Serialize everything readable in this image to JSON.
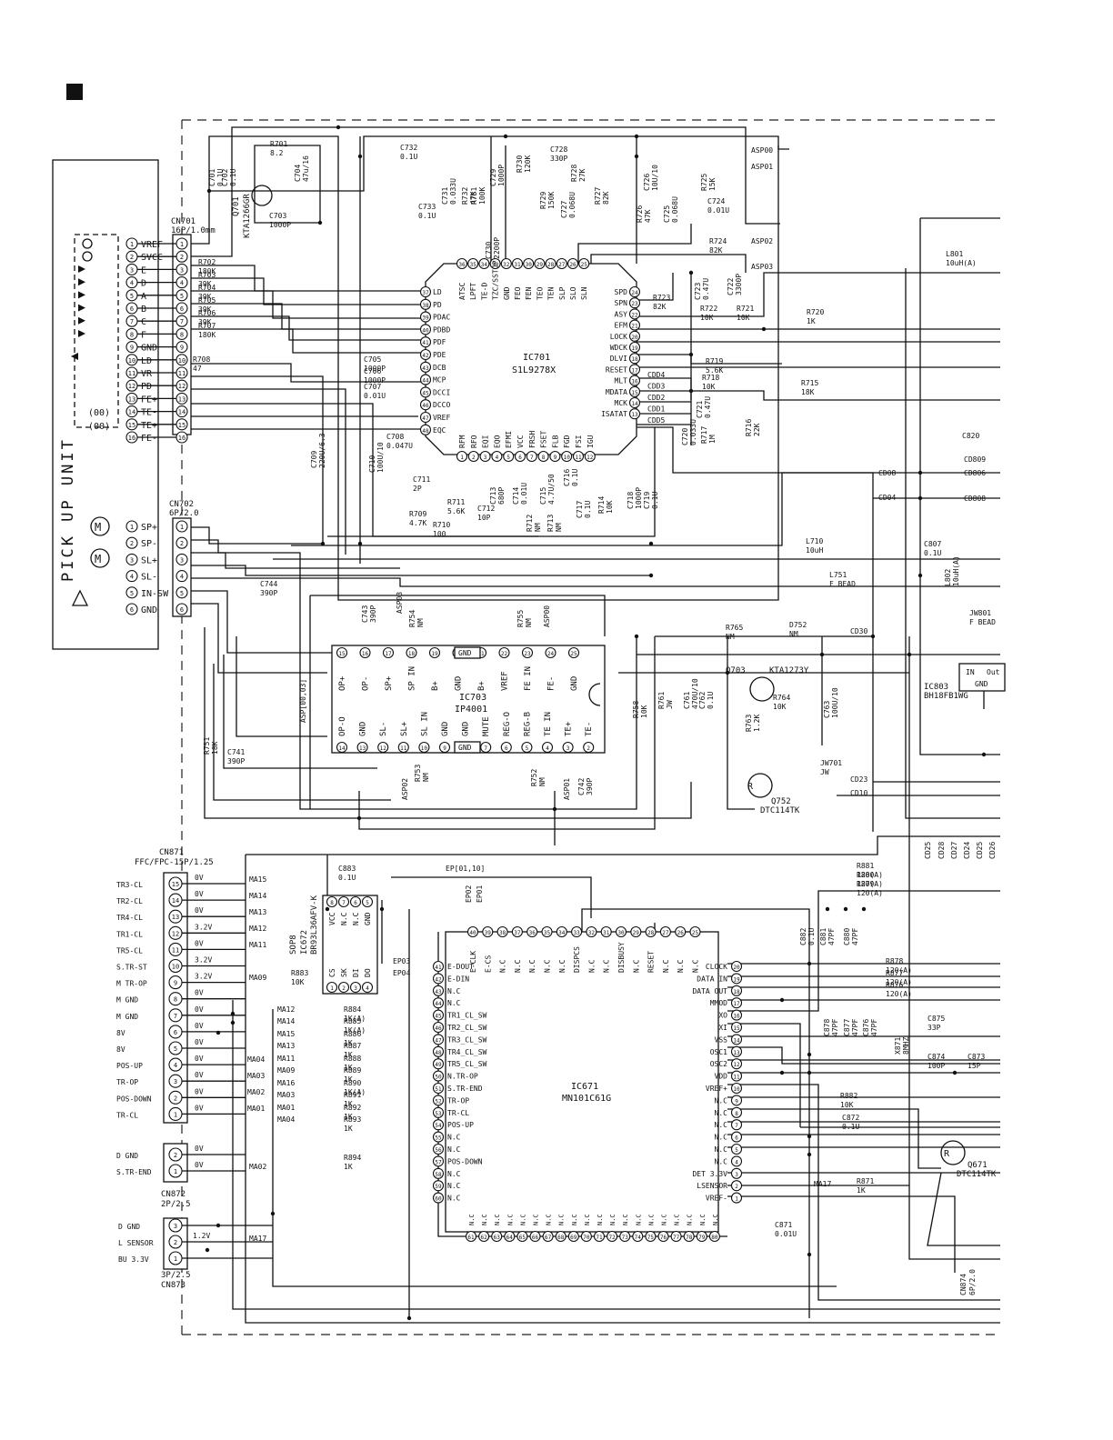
{
  "pickup": {
    "title": "PICK UP UNIT",
    "pins": [
      "VREF",
      "SVCC",
      "E",
      "D",
      "A",
      "B",
      "C",
      "F",
      "GND",
      "LD",
      "VR",
      "PD",
      "FE+",
      "TE-",
      "TE+",
      "FE-"
    ],
    "motor_pins": [
      "SP+",
      "SP-",
      "SL+",
      "SL-",
      "IN-SW",
      "GND"
    ]
  },
  "cn701": {
    "ref": "CN701",
    "spec": "16P/1.0mm"
  },
  "cn702": {
    "ref": "CN702",
    "spec": "6P/2.0"
  },
  "cn871": {
    "ref": "CN871",
    "spec": "FFC/FPC-15P/1.25",
    "labels": [
      "TR3-CL",
      "TR2-CL",
      "TR4-CL",
      "TR1-CL",
      "TR5-CL",
      "S.TR-ST",
      "M TR-OP",
      "M GND",
      "M GND",
      "8V",
      "8V",
      "POS-UP",
      "TR-OP",
      "POS-DOWN",
      "TR-CL"
    ],
    "pin_numbers": [
      "15",
      "14",
      "13",
      "12",
      "11",
      "10",
      "9",
      "8",
      "7",
      "6",
      "5",
      "4",
      "3",
      "2",
      "1"
    ],
    "voltages": [
      "0V",
      "0V",
      "0V",
      "3.2V",
      "0V",
      "3.2V",
      "3.2V",
      "0V",
      "0V",
      "0V",
      "0V",
      "0V",
      "0V",
      "0V",
      "0V"
    ],
    "nets": [
      "MA15",
      "MA14",
      "MA13",
      "MA12",
      "MA11",
      "MA09"
    ]
  },
  "cn872": {
    "ref": "CN872",
    "spec": "2P/2.5",
    "labels": [
      "D GND",
      "S.TR-END"
    ],
    "voltages": [
      "0V",
      "0V"
    ]
  },
  "cn873": {
    "ref": "CN873",
    "spec": "3P/2.5",
    "labels": [
      "D GND",
      "L SENSOR",
      "BU 3.3V"
    ],
    "voltages": [
      "1.2V"
    ],
    "net": "MA17"
  },
  "ic701": {
    "ref": "IC701",
    "part": "S1L9278X",
    "top_pins": [
      "ATSC",
      "LPFT",
      "TE-D",
      "TZC/SSTOP",
      "GND",
      "FEO",
      "FEN",
      "TEO",
      "TEN",
      "SLP",
      "SLO",
      "SLN"
    ],
    "left_pins": [
      "LD",
      "PD",
      "PDAC",
      "PDBD",
      "PDF",
      "PDE",
      "DCB",
      "MCP",
      "DCCI",
      "DCCO",
      "VREF",
      "EQC"
    ],
    "right_pins": [
      "SPD",
      "SPN",
      "ASY",
      "EFM",
      "LOCK",
      "WDCK",
      "DLVI",
      "RESET",
      "MLT",
      "MDATA",
      "MCK",
      "ISATAT"
    ],
    "bottom_pins": [
      "RFM",
      "RFO",
      "EQI",
      "EQO",
      "EFMI",
      "VCC",
      "FRSH",
      "FSET",
      "FLB",
      "FGD",
      "FSI",
      "IGU"
    ],
    "right_nets": [
      "CDD4",
      "CDD3",
      "CDD2",
      "CDD1",
      "CDD5"
    ]
  },
  "ic703": {
    "ref": "IC703",
    "part": "IP4001",
    "top_pins": [
      "OP+",
      "OP-",
      "SP+",
      "SP IN",
      "B+",
      "GND",
      "B+",
      "VREF",
      "FE IN",
      "FE-",
      "GND"
    ],
    "bottom_pins": [
      "OP-O",
      "GND",
      "SL-",
      "SL+",
      "SL IN",
      "GND",
      "GND",
      "MUTE",
      "REG-O",
      "REG-B",
      "TE IN",
      "TE+",
      "TE-"
    ]
  },
  "ic671": {
    "ref": "IC671",
    "part": "MN101C61G",
    "left_pins": [
      "E-DOUT",
      "E-DIN",
      "N.C",
      "N.C",
      "TR1_CL_SW",
      "TR2_CL_SW",
      "TR3_CL_SW",
      "TR4_CL_SW",
      "TR5_CL_SW",
      "N.TR-OP",
      "S.TR-END",
      "TR-OP",
      "TR-CL",
      "POS-UP",
      "N.C",
      "N.C",
      "POS-DOWN",
      "N.C",
      "N.C",
      "N.C"
    ],
    "right_pins": [
      "CLOCK",
      "DATA IN",
      "DATA OUT",
      "MMOD",
      "XO",
      "XI",
      "VSS",
      "OSC1",
      "OSC2",
      "VDD",
      "VREF+",
      "N.C",
      "N.C",
      "N.C",
      "N.C",
      "N.C",
      "N.C",
      "DET 3.3V",
      "LSENSOR",
      "VREF-"
    ],
    "top_pins": [
      "E-CLK",
      "E-CS",
      "N.C",
      "N.C",
      "N.C",
      "N.C",
      "N.C",
      "DISPCS",
      "N.C",
      "N.C",
      "DISBUSY",
      "N.C",
      "RESET",
      "N.C",
      "N.C",
      "N.C"
    ]
  },
  "ic672": {
    "ref": "IC672",
    "part": "BR93L36AFV-K",
    "pkg": "SOP8",
    "pins": [
      "VCC",
      "N.C",
      "N.C",
      "GND",
      "CS",
      "SK",
      "DI",
      "DO"
    ]
  },
  "ic803": {
    "ref": "IC803",
    "part": "BH18FB1WG",
    "pins": [
      "IN",
      "GND",
      "Out"
    ]
  },
  "transistors": [
    {
      "ref": "Q701",
      "part": "KTA1266GR"
    },
    {
      "ref": "Q703",
      "part": "KTA1273Y"
    },
    {
      "ref": "Q752",
      "part": "DTC114TK"
    },
    {
      "ref": "Q671",
      "part": "DTC114TK"
    }
  ],
  "components": [
    {
      "ref": "R701",
      "value": "8.2"
    },
    {
      "ref": "C704",
      "value": "47u/16"
    },
    {
      "ref": "C703",
      "value": "1000P"
    },
    {
      "ref": "C701",
      "value": "0.1U"
    },
    {
      "ref": "C702",
      "value": "0.1U"
    },
    {
      "ref": "C732",
      "value": "0.1U"
    },
    {
      "ref": "C733",
      "value": "0.1U"
    },
    {
      "ref": "C731",
      "value": "0.033U"
    },
    {
      "ref": "R732",
      "value": "47K"
    },
    {
      "ref": "R731",
      "value": "100K"
    },
    {
      "ref": "C729",
      "value": "1000P"
    },
    {
      "ref": "C730",
      "value": "2200P"
    },
    {
      "ref": "R730",
      "value": "120K"
    },
    {
      "ref": "C728",
      "value": "330P"
    },
    {
      "ref": "R729",
      "value": "150K"
    },
    {
      "ref": "R728",
      "value": "27K"
    },
    {
      "ref": "C727",
      "value": "0.068U"
    },
    {
      "ref": "R727",
      "value": "82K"
    },
    {
      "ref": "R726",
      "value": "47K"
    },
    {
      "ref": "C726",
      "value": "10U/10"
    },
    {
      "ref": "C725",
      "value": "0.068U"
    },
    {
      "ref": "R725",
      "value": "15K"
    },
    {
      "ref": "C724",
      "value": "0.01U"
    },
    {
      "ref": "R724",
      "value": "82K"
    },
    {
      "ref": "R723",
      "value": "82K"
    },
    {
      "ref": "C723",
      "value": "0.47U"
    },
    {
      "ref": "C722",
      "value": "3300P"
    },
    {
      "ref": "R722",
      "value": "10K"
    },
    {
      "ref": "R721",
      "value": "10K"
    },
    {
      "ref": "R720",
      "value": "1K"
    },
    {
      "ref": "R719",
      "value": "5.6K"
    },
    {
      "ref": "R718",
      "value": "10K"
    },
    {
      "ref": "R715",
      "value": "18K"
    },
    {
      "ref": "C721",
      "value": "0.47U"
    },
    {
      "ref": "C720",
      "value": "0.033U"
    },
    {
      "ref": "R717",
      "value": "1M"
    },
    {
      "ref": "R716",
      "value": "22K"
    },
    {
      "ref": "R702",
      "value": "180K"
    },
    {
      "ref": "R703",
      "value": "39K"
    },
    {
      "ref": "R704",
      "value": "39K"
    },
    {
      "ref": "R705",
      "value": "39K"
    },
    {
      "ref": "R706",
      "value": "39K"
    },
    {
      "ref": "R707",
      "value": "180K"
    },
    {
      "ref": "R708",
      "value": "47"
    },
    {
      "ref": "C705",
      "value": "1000P"
    },
    {
      "ref": "C706",
      "value": "1000P"
    },
    {
      "ref": "C707",
      "value": "0.01U"
    },
    {
      "ref": "C708",
      "value": "0.047U"
    },
    {
      "ref": "C709",
      "value": "220U/6.3"
    },
    {
      "ref": "C710",
      "value": "100U/10"
    },
    {
      "ref": "C711",
      "value": "2P"
    },
    {
      "ref": "R709",
      "value": "4.7K"
    },
    {
      "ref": "R711",
      "value": "5.6K"
    },
    {
      "ref": "C713",
      "value": "680P"
    },
    {
      "ref": "R710",
      "value": "100"
    },
    {
      "ref": "C712",
      "value": "10P"
    },
    {
      "ref": "C714",
      "value": "0.01U"
    },
    {
      "ref": "C715",
      "value": "4.7U/50"
    },
    {
      "ref": "R712",
      "value": "NM"
    },
    {
      "ref": "R713",
      "value": "NM"
    },
    {
      "ref": "C716",
      "value": "0.1U"
    },
    {
      "ref": "C717",
      "value": "0.1U"
    },
    {
      "ref": "R714",
      "value": "10K"
    },
    {
      "ref": "C718",
      "value": "1000P"
    },
    {
      "ref": "C719",
      "value": "0.1U"
    },
    {
      "ref": "C744",
      "value": "390P"
    },
    {
      "ref": "C743",
      "value": "390P"
    },
    {
      "ref": "R754",
      "value": "NM"
    },
    {
      "ref": "R755",
      "value": "NM"
    },
    {
      "ref": "C741",
      "value": "390P"
    },
    {
      "ref": "R751",
      "value": "18K"
    },
    {
      "ref": "R753",
      "value": "NM"
    },
    {
      "ref": "R752",
      "value": "NM"
    },
    {
      "ref": "C742",
      "value": "390P"
    },
    {
      "ref": "R758",
      "value": "10K"
    },
    {
      "ref": "R761",
      "value": "JW"
    },
    {
      "ref": "C761",
      "value": "470U/10"
    },
    {
      "ref": "C762",
      "value": "0.1U"
    },
    {
      "ref": "R765",
      "value": "NM"
    },
    {
      "ref": "D752",
      "value": "NM"
    },
    {
      "ref": "R764",
      "value": "10K"
    },
    {
      "ref": "R763",
      "value": "1.2K"
    },
    {
      "ref": "C763",
      "value": "100U/10"
    },
    {
      "ref": "JW701",
      "value": "JW"
    },
    {
      "ref": "L710",
      "value": "10uH"
    },
    {
      "ref": "L751",
      "value": "F BEAD"
    },
    {
      "ref": "L801",
      "value": "10uH(A)"
    },
    {
      "ref": "L802",
      "value": "10uH(A)"
    },
    {
      "ref": "JW801",
      "value": "F BEAD"
    },
    {
      "ref": "C807",
      "value": "0.1U"
    },
    {
      "ref": "C883",
      "value": "0.1U"
    },
    {
      "ref": "R883",
      "value": "10K"
    },
    {
      "ref": "R884",
      "value": "1K(A)"
    },
    {
      "ref": "R885",
      "value": "1K(A)"
    },
    {
      "ref": "R886",
      "value": "1K"
    },
    {
      "ref": "R887",
      "value": "1K"
    },
    {
      "ref": "R888",
      "value": "1K"
    },
    {
      "ref": "R889",
      "value": "1K"
    },
    {
      "ref": "R890",
      "value": "1K(A)"
    },
    {
      "ref": "R891",
      "value": "1K"
    },
    {
      "ref": "R892",
      "value": "1K"
    },
    {
      "ref": "R893",
      "value": "1K"
    },
    {
      "ref": "R894",
      "value": "1K"
    },
    {
      "ref": "R881",
      "value": "120(A)"
    },
    {
      "ref": "R880",
      "value": "120(A)"
    },
    {
      "ref": "R879",
      "value": "120(A)"
    },
    {
      "ref": "C882",
      "value": "0.1U"
    },
    {
      "ref": "C881",
      "value": "47PF"
    },
    {
      "ref": "C880",
      "value": "47PF"
    },
    {
      "ref": "R878",
      "value": "120(A)"
    },
    {
      "ref": "R877",
      "value": "120(A)"
    },
    {
      "ref": "R876",
      "value": "120(A)"
    },
    {
      "ref": "C878",
      "value": "47PF"
    },
    {
      "ref": "C877",
      "value": "47PF"
    },
    {
      "ref": "C876",
      "value": "47PF"
    },
    {
      "ref": "C875",
      "value": "33P"
    },
    {
      "ref": "X871",
      "value": "8MHZ"
    },
    {
      "ref": "C874",
      "value": "100P"
    },
    {
      "ref": "C873",
      "value": "15P"
    },
    {
      "ref": "R882",
      "value": "10K"
    },
    {
      "ref": "C872",
      "value": "0.1U"
    },
    {
      "ref": "R871",
      "value": "1K"
    },
    {
      "ref": "C871",
      "value": "0.01U"
    }
  ],
  "nets": {
    "asp": [
      "ASP00",
      "ASP01",
      "ASP02",
      "ASP03"
    ],
    "cd": [
      "CD08",
      "CD04",
      "CD30",
      "CD23",
      "CD10"
    ],
    "ep_bus": "EP[01,10]",
    "ep": [
      "EP02",
      "EP01",
      "EP03",
      "EP04"
    ],
    "asp_bus": "ASP[00,03]",
    "cd_right": [
      "CD25",
      "CD28",
      "CD27",
      "CD24",
      "CD25",
      "CD26"
    ],
    "edge": [
      "CD809",
      "CD806",
      "CD808",
      "C820"
    ],
    "cn874": "CN874",
    "cn874_spec": "6P/2.0",
    "ma": [
      "MA12",
      "MA14",
      "MA15",
      "MA13",
      "MA11",
      "MA09",
      "MA16",
      "MA03",
      "MA01",
      "MA04",
      "MA02",
      "MA17"
    ],
    "mao_left": [
      "MA04",
      "MA03",
      "MA02",
      "MA01"
    ]
  }
}
